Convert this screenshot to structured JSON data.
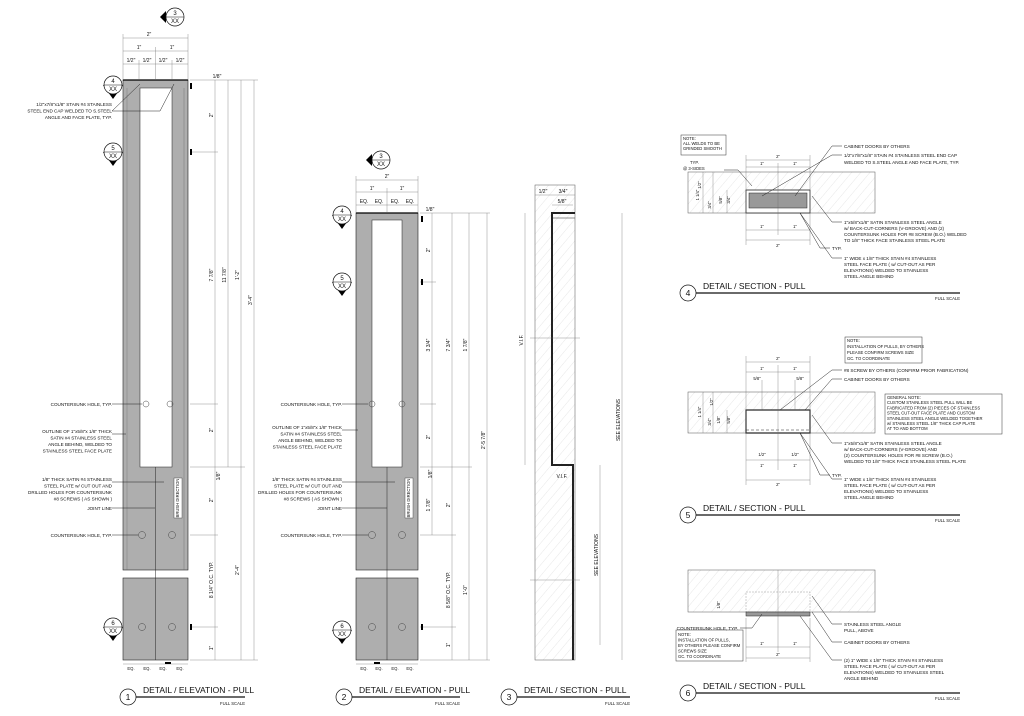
{
  "views": [
    {
      "number": "1",
      "title": "DETAIL / ELEVATION - PULL",
      "scale": "FULL SCALE"
    },
    {
      "number": "2",
      "title": "DETAIL / ELEVATION - PULL",
      "scale": "FULL SCALE"
    },
    {
      "number": "3",
      "title": "DETAIL / SECTION - PULL",
      "scale": "FULL SCALE"
    },
    {
      "number": "4",
      "title": "DETAIL / SECTION - PULL",
      "scale": "FULL SCALE"
    },
    {
      "number": "5",
      "title": "DETAIL / SECTION - PULL",
      "scale": "FULL SCALE"
    },
    {
      "number": "6",
      "title": "DETAIL / SECTION - PULL",
      "scale": "FULL SCALE"
    }
  ],
  "callouts": {
    "ref": "XX",
    "n3": "3",
    "n4": "4",
    "n5": "5",
    "n6": "6"
  },
  "view1": {
    "top_dims": [
      "2\"",
      "1\"",
      "1\"",
      "1/2\"",
      "1/2\"",
      "1/2\"",
      "1/2\""
    ],
    "right_dims": [
      "1/8\"",
      "2\"",
      "7 7/8\"",
      "11 7/8\"",
      "1'-2\"",
      "3'-4\"",
      "1/8\"",
      "2\"",
      "2\"",
      "8 1/4\" O.C. TYP.",
      "2'-4\"",
      "1\""
    ],
    "eq": [
      "EQ.",
      "EQ.",
      "EQ.",
      "EQ."
    ],
    "end_cap": [
      "1/2\"x7/8\"x1/8\" STAIN #4 STAINLESS",
      "STEEL END CAP WELDED TO S.STEEL",
      "ANGLE AND FACE PLATE, TYP."
    ],
    "countersunk_1": "COUNTERSUNK HOLE, TYP.",
    "outline": [
      "OUTLINE OF 1\"x5/8\"x 1/8\" THICK",
      "SATIN #4 STAINLESS STEEL",
      "ANGLE BEHIND, WELDED TO",
      "STAINLESS STEEL FACE PLATE"
    ],
    "plate": [
      "1/8\" THICK SATIN #4 STAINLESS",
      "STEEL PLATE w/ CUT OUT AND",
      "DRILLED HOLES FOR COUNTERSUNK",
      "#8 SCREWS ( AS SHOWN )"
    ],
    "joint": "JOINT LINE",
    "countersunk_2": "COUNTERSUNK HOLE, TYP.",
    "brush": "BRUSH DIRECTION"
  },
  "view2": {
    "top_dims": [
      "2\"",
      "1\"",
      "1\"",
      "EQ.",
      "EQ.",
      "EQ.",
      "EQ."
    ],
    "right_dims": [
      "1/8\"",
      "2\"",
      "3 3/4\"",
      "7 3/4\"",
      "1 7/8\"",
      "2\"",
      "2'-5 7/8\"",
      "1/8\"",
      "1 7/8\"",
      "2\"",
      "8 5/8\" O.C. TYP.",
      "1'-0\"",
      "1\""
    ],
    "eq": [
      "EQ.",
      "EQ.",
      "EQ.",
      "EQ."
    ],
    "countersunk_1": "COUNTERSUNK HOLE, TYP.",
    "outline": [
      "OUTLINE OF 1\"x5/8\"x 1/8\" THICK",
      "SATIN #4 STAINLESS STEEL",
      "ANGLE BEHIND, WELDED TO",
      "STAINLESS STEEL FACE PLATE"
    ],
    "plate": [
      "1/8\" THICK SATIN #4 STAINLESS",
      "STEEL PLATE w/ CUT OUT AND",
      "DRILLED HOLES FOR COUNTERSUNK",
      "#8 SCREWS ( AS SHOWN )"
    ],
    "joint": "JOINT LINE",
    "countersunk_2": "COUNTERSUNK HOLE, TYP.",
    "brush": "BRUSH DIRECTION"
  },
  "view3": {
    "dims": [
      "1/2\"",
      "3/4\"",
      "5/8\"",
      "V.I.F.",
      "V.I.F.",
      "SEE ELEVATIONS",
      "SEE ELEVATIONS"
    ]
  },
  "view4": {
    "note": [
      "NOTE:",
      "ALL WELDS TO BE",
      "GRINDED SMOOTH"
    ],
    "typ_sides": [
      "TYP.",
      "@ 3-SIDES"
    ],
    "dims": [
      "2\"",
      "1\"",
      "1\"",
      "1/2\"",
      "1 1/4\"",
      "3/4\"",
      "5/8\"",
      "3/4\"",
      "1\"",
      "1\"",
      "2\""
    ],
    "doors": "CABINET DOORS BY OTHERS",
    "end_cap": [
      "1/2\"x7/8\"x1/8\" STAIN #4 STAINLESS  STEEL END CAP",
      "WELDED TO S.STEEL ANGLE AND FACE PLATE, TYP."
    ],
    "angle": [
      "1\"x5/8\"x1/8\" SATIN STAINLESS STEEL ANGLE",
      "w/ BACK-CUT-CORNERS (V-GROOVE) AND (2)",
      "COUNTERSUNK HOLES FOR #8 SCREW (B.O.) WELDED",
      "TO 1/8\" THICK FACE STAINLESS STEEL PLATE"
    ],
    "typ": "TYP.",
    "face": [
      "1\" WIDE x 1/8\" THICK STAIN #4 STAINLESS",
      "STEEL FACE PLATE ( w/ CUT-OUT  AS PER",
      "ELEVATIONS) WELDED TO STAINLESS",
      "STEEL ANGLE BEHIND"
    ]
  },
  "view5": {
    "note": [
      "NOTE:",
      "INSTALLATION OF PULLS, BY OTHERS",
      "PLEASE CONFIRM SCREWS SIZE",
      "GC. TO COORDINATE"
    ],
    "dims": [
      "2\"",
      "1\"",
      "1\"",
      "5/8\"",
      "5/8\"",
      "1/2\"",
      "1 1/4\"",
      "3/4\"",
      "1/8\"",
      "5/8\"",
      "1/2\"",
      "1/2\"",
      "1\"",
      "1\"",
      "2\""
    ],
    "screw": "#8 SCREW BY OTHERS (CONFIRM PRIOR FABRICATION)",
    "doors": "CABINET DOORS BY OTHERS",
    "general_note": [
      "GENERAL NOTE:",
      "CUSTOM STAINLESS STEEL PULL WILL BE",
      "FABRICATED FROM (2) PIECES OF STAINLESS",
      "STEEL CUT-OUT FACE PLATE AND CUSTOM",
      "STAINLESS STEEL ANGLE WELDED TOGETHER",
      "w/ STAINLESS STEEL 1/8\" THICK CAP PLATE",
      "AT TO AND BOTTOM"
    ],
    "angle": [
      "1\"x5/8\"x1/8\" SATIN STAINLESS STEEL ANGLE",
      "w/ BACK-CUT-CORNERS (V-GROOVE) AND",
      "(2) COUNTERSUNK HOLES FOR #8 SCREW (B.O.)",
      "WELDED TO 1/8\" THICK FACE STAINLESS STEEL PLATE"
    ],
    "typ": "TYP.",
    "face": [
      "1\" WIDE x 1/8\" THICK STAIN #4 STAINLESS",
      "STEEL FACE PLATE ( w/ CUT-OUT  AS PER",
      "ELEVATIONS) WELDED TO STAINLESS",
      "STEEL ANGLE BEHIND"
    ]
  },
  "view6": {
    "dims": [
      "1/8\"",
      "1\"",
      "1\"",
      "2\""
    ],
    "countersunk": "COUNTERSUNK HOLE, TYP.",
    "note": [
      "NOTE:",
      "INSTALLATION OF PULLS,",
      "BY OTHERS PLEASE CONFIRM",
      "SCREWS SIZE",
      "GC. TO COORDINATE"
    ],
    "angle": [
      "STAINLESS STEEL ANGLE",
      "PULL, ABOVE"
    ],
    "doors": "CABINET DOORS BY OTHERS",
    "face": [
      "(2) 1\" WIDE x 1/8\" THICK STAIN #4 STAINLESS",
      "STEEL FACE PLATE ( w/ CUT-OUT  AS PER",
      "ELEVATIONS) WELDED TO STAINLESS STEEL",
      "ANGLE BEHIND"
    ]
  }
}
